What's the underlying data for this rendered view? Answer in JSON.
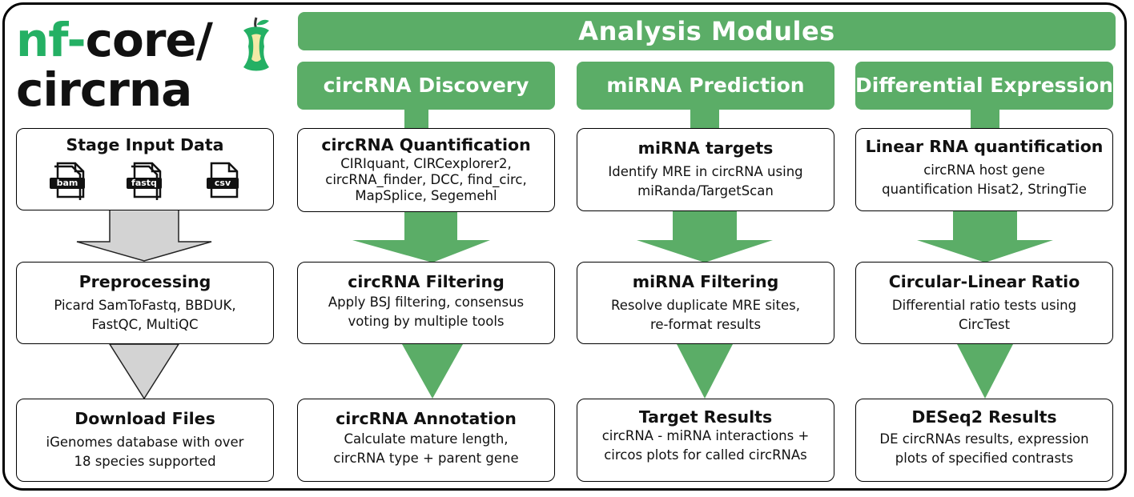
{
  "logo": {
    "nf": "nf",
    "dash": "-",
    "core": "core/",
    "pipeline": "circrna"
  },
  "header": {
    "title": "Analysis Modules"
  },
  "modules": [
    {
      "label": "circRNA Discovery"
    },
    {
      "label": "miRNA Prediction"
    },
    {
      "label": "Differential Expression"
    }
  ],
  "input_column": [
    {
      "title": "Stage Input Data",
      "files": [
        "bam",
        "fastq",
        "csv"
      ]
    },
    {
      "title": "Preprocessing",
      "lines": [
        "Picard SamToFastq, BBDUK,",
        "FastQC, MultiQC"
      ]
    },
    {
      "title": "Download Files",
      "lines": [
        "iGenomes database with over",
        "18 species supported"
      ]
    }
  ],
  "discovery_column": [
    {
      "title": "circRNA Quantification",
      "lines": [
        "CIRIquant, CIRCexplorer2,",
        "circRNA_finder, DCC, find_circ,",
        "MapSplice, Segemehl"
      ]
    },
    {
      "title": "circRNA Filtering",
      "lines": [
        "Apply BSJ filtering, consensus",
        "voting by multiple tools"
      ]
    },
    {
      "title": "circRNA Annotation",
      "lines": [
        "Calculate mature length,",
        "circRNA type + parent gene"
      ]
    }
  ],
  "mirna_column": [
    {
      "title": "miRNA targets",
      "lines": [
        "Identify MRE in circRNA using",
        "miRanda/TargetScan"
      ]
    },
    {
      "title": "miRNA Filtering",
      "lines": [
        "Resolve duplicate MRE sites,",
        "re-format results"
      ]
    },
    {
      "title": "Target Results",
      "lines": [
        "circRNA - miRNA interactions +",
        "circos plots for called circRNAs"
      ]
    }
  ],
  "de_column": [
    {
      "title": "Linear RNA quantification",
      "lines": [
        "circRNA host gene",
        "quantification Hisat2, StringTie"
      ]
    },
    {
      "title": "Circular-Linear Ratio",
      "lines": [
        "Differential ratio tests using",
        "CircTest"
      ]
    },
    {
      "title": "DESeq2 Results",
      "lines": [
        "DE circRNAs results, expression",
        "plots of specified contrasts"
      ]
    }
  ],
  "colors": {
    "green": "#5bad67",
    "logo_green": "#24b064",
    "grey_arrow": "#d3d3d3",
    "apple_core": "#f3e9a6"
  },
  "icons": [
    "apple-core-icon",
    "file-bam-icon",
    "file-fastq-icon",
    "file-csv-icon"
  ]
}
